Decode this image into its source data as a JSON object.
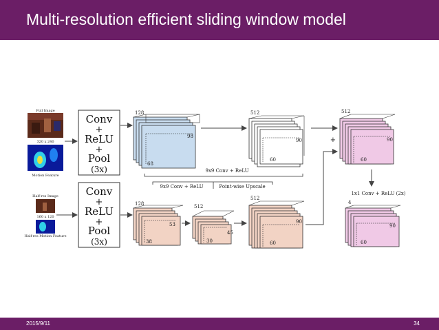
{
  "slide": {
    "title": "Multi-resolution efficient sliding window model",
    "footer_date": "2015/9/11",
    "page_number": "34"
  },
  "colors": {
    "header": "#6b1e66",
    "blue_block": "#c8dcef",
    "orange_block": "#f2d3c4",
    "pink_block": "#f0c9e6"
  },
  "inputs": {
    "full_image_label": "Full Image",
    "full_size": "320 x 240",
    "motion_label": "Motion Feature",
    "half_image_label": "Half-res Image",
    "half_size": "160 x 120",
    "half_motion_label": "Half-res Motion Feature"
  },
  "conv_module": {
    "line1": "Conv",
    "line2": "+",
    "line3": "ReLU",
    "line4": "+",
    "line5": "Pool",
    "line6": "(3x)"
  },
  "top_branch": {
    "blue_depth": "128",
    "blue_width": "98",
    "blue_height": "68",
    "white_depth": "512",
    "white_width": "90",
    "white_height": "60",
    "conv_label": "9x9 Conv + ReLU"
  },
  "bottom_branch": {
    "orange_depth": "128",
    "orange_width": "53",
    "orange_height": "38",
    "mid_depth": "512",
    "mid_width": "45",
    "mid_height": "30",
    "big_depth": "512",
    "big_width": "90",
    "big_height": "60",
    "label_conv": "9x9 Conv + ReLU",
    "label_upscale": "Point-wise Upscale"
  },
  "output": {
    "plus": "+",
    "sum_depth": "512",
    "sum_width": "90",
    "sum_height": "60",
    "op_label": "1x1 Conv + ReLU (2x)",
    "out_depth": "4",
    "out_width": "90",
    "out_height": "60"
  }
}
